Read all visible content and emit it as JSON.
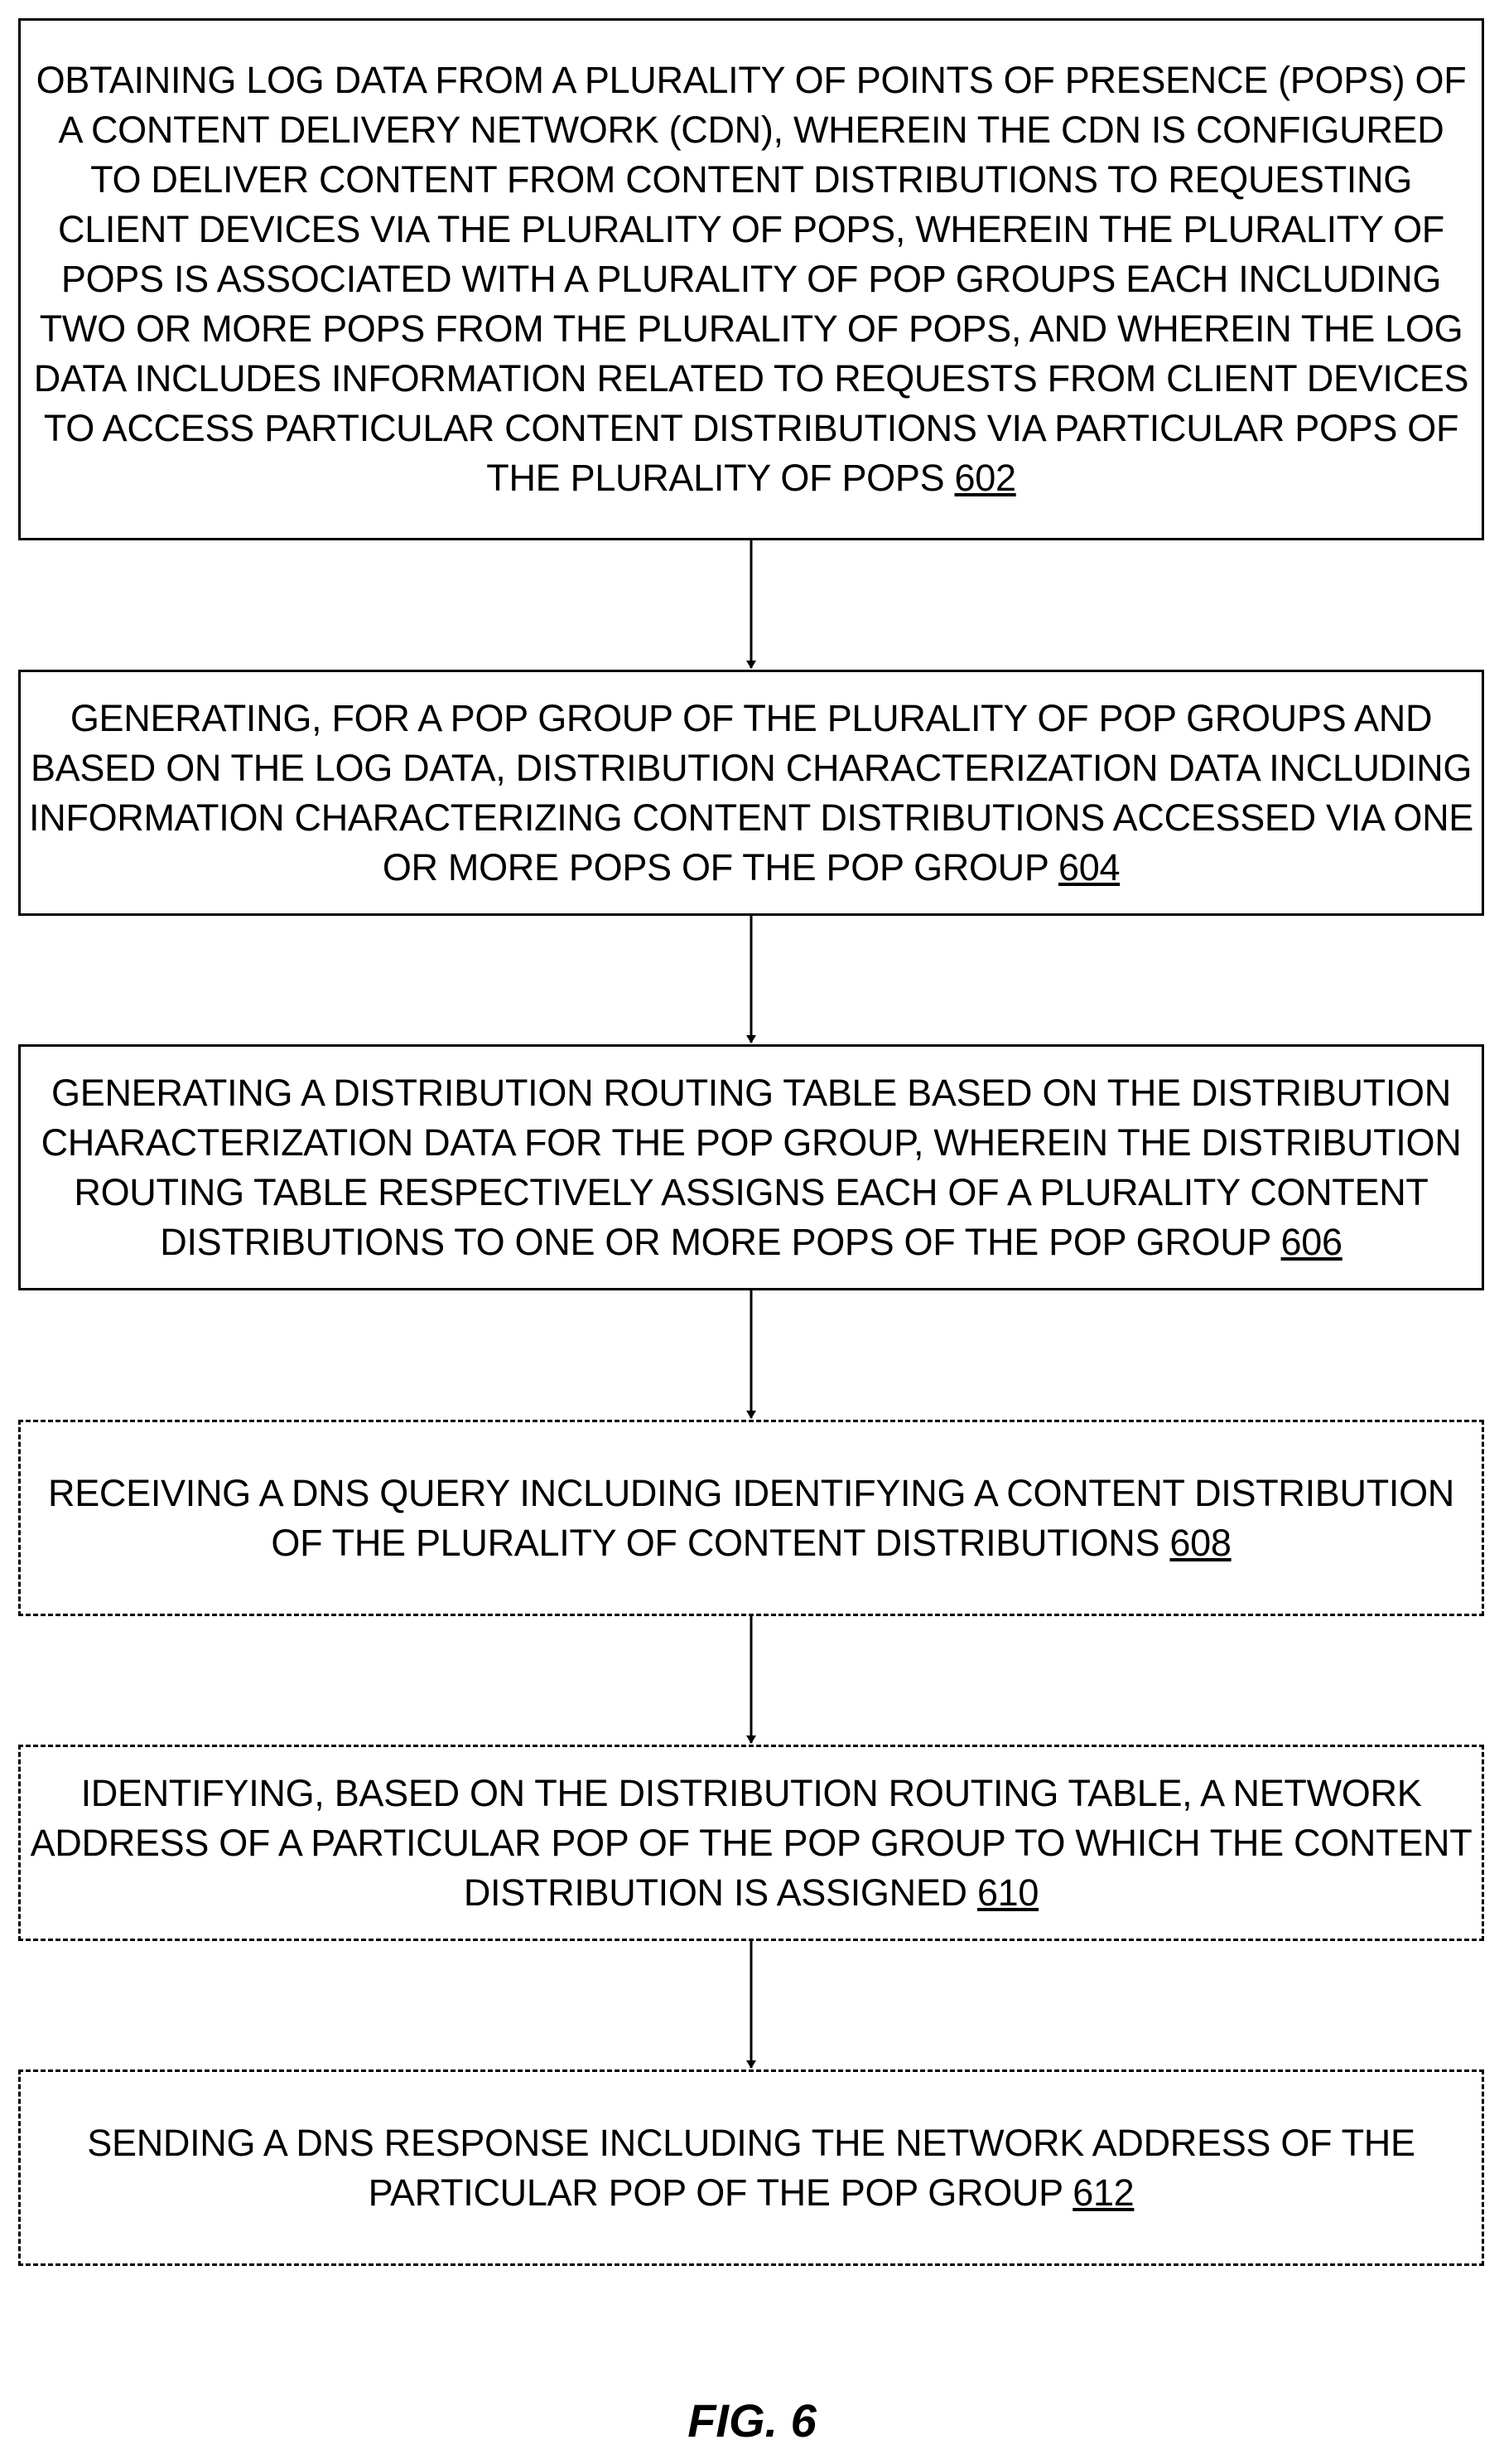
{
  "figure": {
    "label": "FIG. 6"
  },
  "steps": [
    {
      "text": "OBTAINING LOG DATA FROM A PLURALITY OF POINTS OF PRESENCE (POPS) OF A CONTENT DELIVERY NETWORK (CDN), WHEREIN THE CDN IS CONFIGURED TO DELIVER CONTENT FROM CONTENT DISTRIBUTIONS TO REQUESTING CLIENT DEVICES VIA THE PLURALITY OF POPS, WHEREIN THE PLURALITY OF POPS IS ASSOCIATED WITH A PLURALITY OF POP GROUPS EACH INCLUDING TWO OR MORE POPS FROM THE PLURALITY OF POPS, AND WHEREIN THE LOG DATA INCLUDES INFORMATION RELATED TO REQUESTS FROM CLIENT DEVICES TO ACCESS PARTICULAR CONTENT DISTRIBUTIONS VIA PARTICULAR POPS OF THE PLURALITY OF POPS",
      "ref": "602",
      "border": "solid"
    },
    {
      "text": "GENERATING, FOR A POP GROUP OF THE PLURALITY OF POP GROUPS AND BASED ON THE LOG DATA, DISTRIBUTION CHARACTERIZATION DATA INCLUDING INFORMATION CHARACTERIZING CONTENT DISTRIBUTIONS ACCESSED VIA ONE OR MORE POPS OF THE POP GROUP",
      "ref": "604",
      "border": "solid"
    },
    {
      "text": "GENERATING A DISTRIBUTION ROUTING TABLE BASED ON THE DISTRIBUTION CHARACTERIZATION DATA FOR THE POP GROUP, WHEREIN THE DISTRIBUTION ROUTING TABLE RESPECTIVELY ASSIGNS EACH OF A PLURALITY CONTENT DISTRIBUTIONS TO ONE OR MORE POPS OF THE POP GROUP",
      "ref": "606",
      "border": "solid"
    },
    {
      "text": "RECEIVING A DNS QUERY INCLUDING IDENTIFYING A CONTENT DISTRIBUTION OF THE PLURALITY OF CONTENT DISTRIBUTIONS",
      "ref": "608",
      "border": "dashed"
    },
    {
      "text": "IDENTIFYING, BASED ON THE DISTRIBUTION ROUTING TABLE, A NETWORK ADDRESS OF A PARTICULAR POP OF THE POP GROUP TO WHICH THE CONTENT DISTRIBUTION IS ASSIGNED",
      "ref": "610",
      "border": "dashed"
    },
    {
      "text": "SENDING A DNS RESPONSE INCLUDING THE NETWORK ADDRESS OF THE PARTICULAR POP OF THE POP GROUP",
      "ref": "612",
      "border": "dashed"
    }
  ]
}
